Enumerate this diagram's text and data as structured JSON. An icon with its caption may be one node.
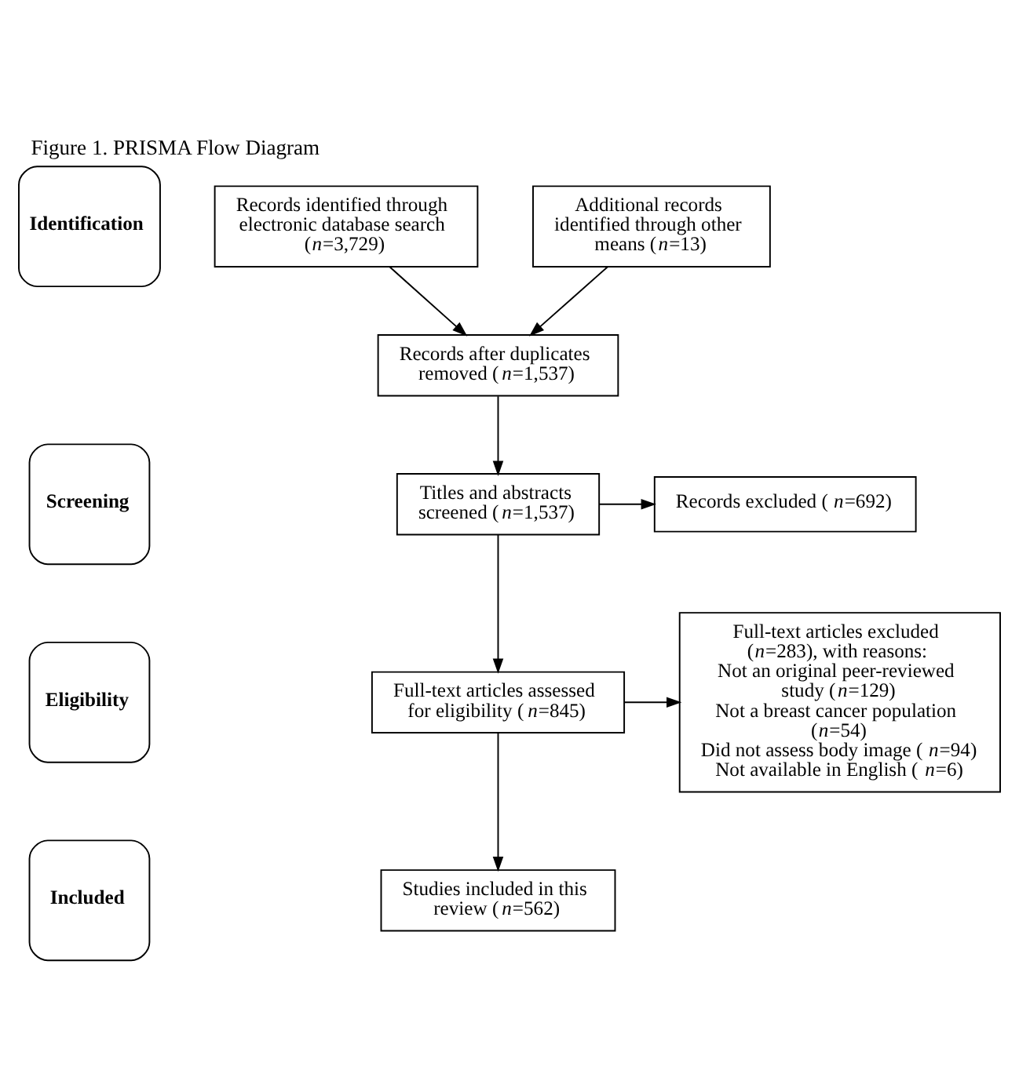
{
  "diagram": {
    "title": "Figure 1. PRISMA Flow Diagram",
    "nodes": [
      {
        "text": [
          "Identification"
        ]
      },
      {
        "text": [
          "Screening"
        ]
      },
      {
        "text": [
          "Eligibility"
        ]
      },
      {
        "text": [
          "Included"
        ]
      },
      {
        "text": [
          "Records identified through electronic database search (*n*=3,729)"
        ]
      },
      {
        "text": [
          "Additional records identified through other means (*n*=13)"
        ]
      },
      {
        "text": [
          "Records after duplicates removed (*n*=1,537)"
        ]
      },
      {
        "text": [
          "Titles and abstracts screened (*n*=1,537)"
        ]
      },
      {
        "text": [
          "Records excluded (*n*=692)"
        ]
      },
      {
        "text": [
          "Full-text articles assessed for eligibility (*n*=845)"
        ]
      },
      {
        "text": [
          "Full-text articles excluded (*n*=283), with reasons:",
          "Not an original peer-reviewed study (*n*=129)",
          "Not a breast cancer population (*n*=54)",
          "Did not assess body image (*n*=94)",
          "Not available in English (*n*=6)"
        ]
      },
      {
        "text": [
          "Studies included in this review (*n*=562)"
        ]
      }
    ],
    "edges": [
      {
        "from": 4,
        "to": 6,
        "arrow": "to"
      },
      {
        "from": 5,
        "to": 6,
        "arrow": "to"
      },
      {
        "from": 6,
        "to": 7,
        "arrow": "to"
      },
      {
        "from": 7,
        "to": 8,
        "arrow": "to"
      },
      {
        "from": 7,
        "to": 9,
        "arrow": "to"
      },
      {
        "from": 9,
        "to": 10,
        "arrow": "to"
      },
      {
        "from": 9,
        "to": 11,
        "arrow": "to"
      }
    ]
  }
}
